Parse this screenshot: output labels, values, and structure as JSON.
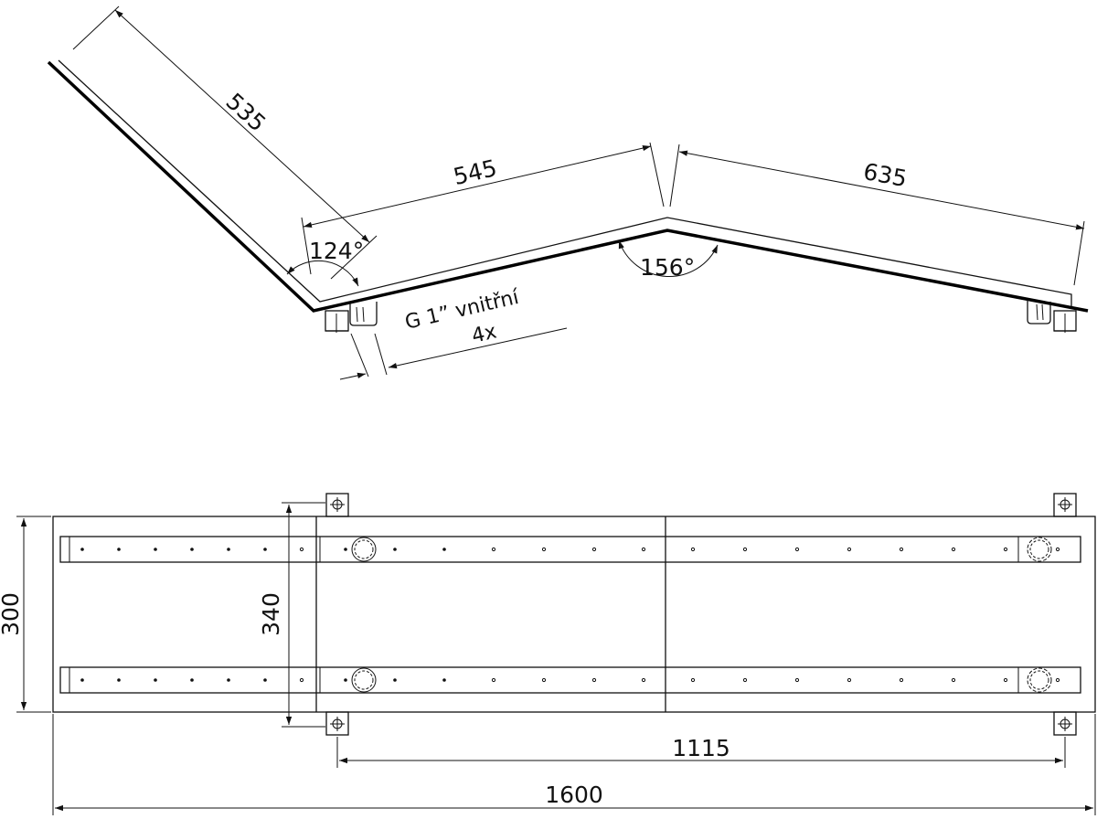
{
  "side_view": {
    "dims": {
      "left_segment": "535",
      "middle_segment": "545",
      "right_segment": "635",
      "angle_left": "124°",
      "angle_right": "156°"
    },
    "thread_note": {
      "line1": "G 1”  vnitřní",
      "line2": "4x"
    }
  },
  "top_view": {
    "dims": {
      "height_outer": "300",
      "height_mount": "340",
      "mount_span": "1115",
      "total_length": "1600"
    }
  },
  "colors": {
    "line": "#111111",
    "background": "#ffffff"
  }
}
